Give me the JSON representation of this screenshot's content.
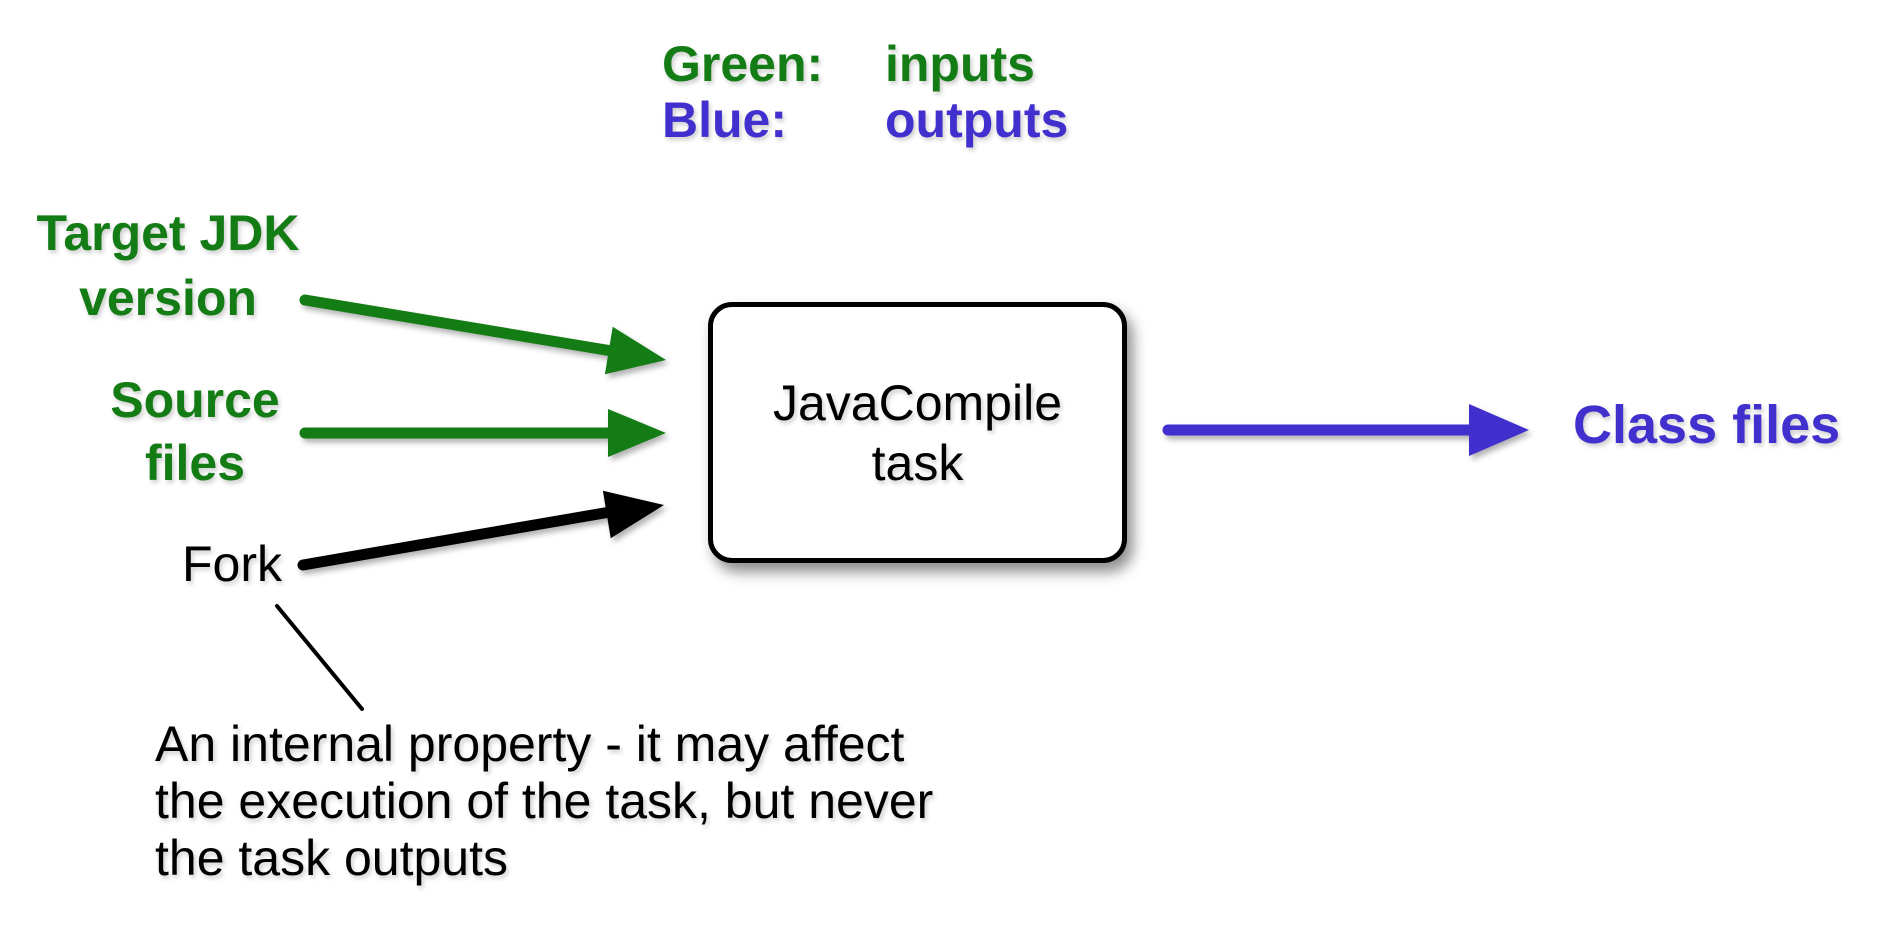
{
  "canvas": {
    "background": "#ffffff"
  },
  "colors": {
    "input-green": "#147c14",
    "output-blue": "#4130cd",
    "line-black": "#000000"
  },
  "legend": {
    "rows": [
      {
        "label": "Green:",
        "value": "inputs"
      },
      {
        "label": "Blue:",
        "value": "outputs"
      }
    ]
  },
  "inputs": {
    "target_jdk": {
      "line1": "Target JDK",
      "line2": "version"
    },
    "source_files": {
      "line1": "Source",
      "line2": "files"
    },
    "fork": {
      "label": "Fork"
    }
  },
  "task": {
    "line1": "JavaCompile",
    "line2": "task"
  },
  "output": {
    "label": "Class files"
  },
  "annotation": {
    "line1": "An internal property - it may affect",
    "line2": "the execution of the task, but never",
    "line3": "the task outputs"
  }
}
